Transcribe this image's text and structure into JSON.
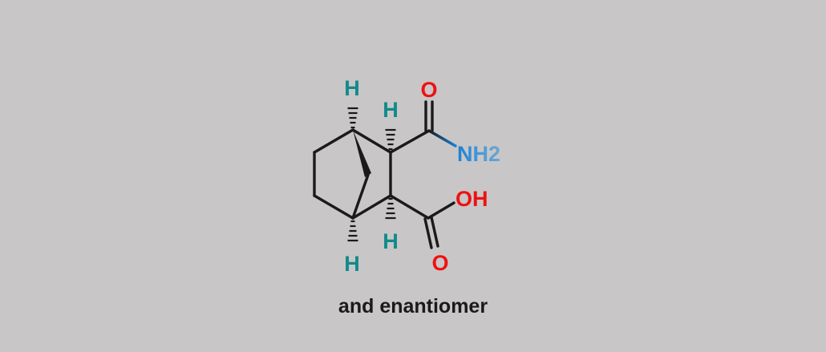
{
  "colors": {
    "background": "#c8c6c7",
    "bond": "#1a1a1a",
    "hydrogen": "#128a8a",
    "oxygen": "#ee1111",
    "nitrogen": "#1a7fd4"
  },
  "atoms": {
    "h_top_left": "H",
    "h_top_right": "H",
    "h_bottom_left": "H",
    "h_bottom_right": "H",
    "o_amide": "O",
    "amide_nh2": "NH2",
    "acid_oh": "OH",
    "o_acid": "O"
  },
  "caption": "and enantiomer"
}
